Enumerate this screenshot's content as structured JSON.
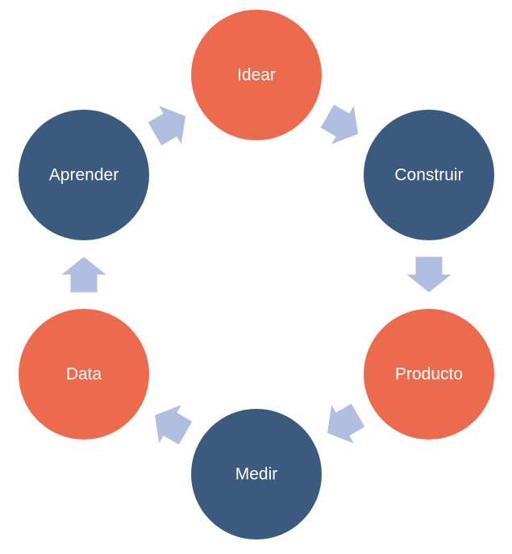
{
  "diagram": {
    "type": "cycle",
    "colors": {
      "orange": "#EC6B4E",
      "navy": "#3C5A7E",
      "arrow": "#B1BEDF",
      "text": "#FFFFFF"
    },
    "nodes": [
      {
        "id": "idear",
        "label": "Idear",
        "color": "orange"
      },
      {
        "id": "construir",
        "label": "Construir",
        "color": "navy"
      },
      {
        "id": "producto",
        "label": "Producto",
        "color": "orange"
      },
      {
        "id": "medir",
        "label": "Medir",
        "color": "navy"
      },
      {
        "id": "data",
        "label": "Data",
        "color": "orange"
      },
      {
        "id": "aprender",
        "label": "Aprender",
        "color": "navy"
      }
    ],
    "edges": [
      {
        "from": "idear",
        "to": "construir"
      },
      {
        "from": "construir",
        "to": "producto"
      },
      {
        "from": "producto",
        "to": "medir"
      },
      {
        "from": "medir",
        "to": "data"
      },
      {
        "from": "data",
        "to": "aprender"
      },
      {
        "from": "aprender",
        "to": "idear"
      }
    ]
  }
}
